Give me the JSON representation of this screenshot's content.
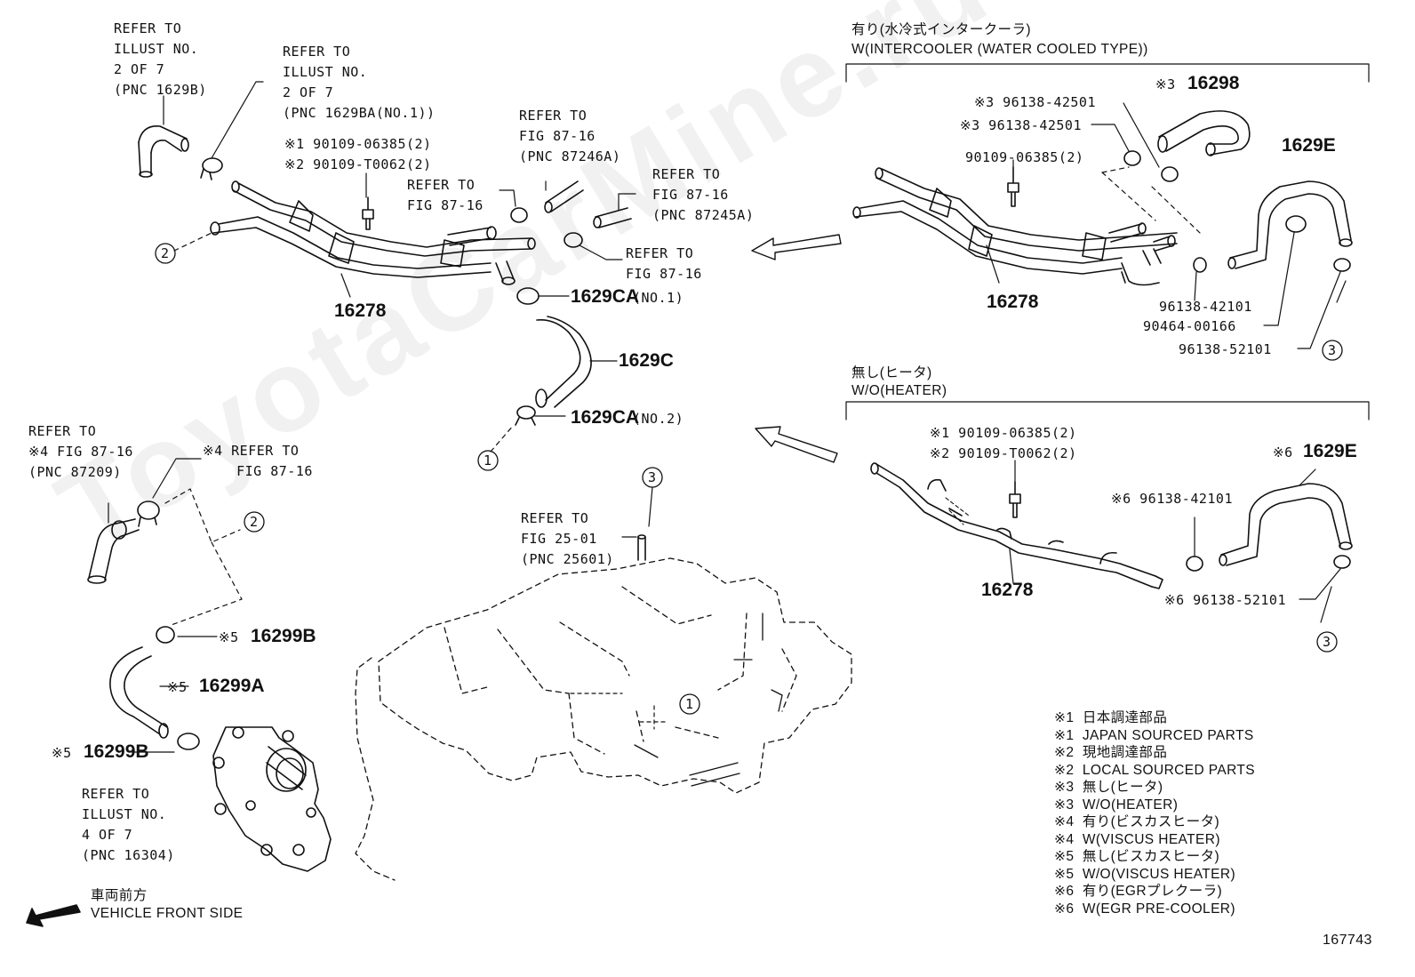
{
  "watermark": "ToyotaCarMine.ru",
  "figure_number": "167743",
  "labels": {
    "refer_illust_2_1629b": "REFER TO\nILLUST NO.\n2 OF 7\n(PNC 1629B)",
    "refer_illust_2_1629ba": "REFER TO\nILLUST NO.\n2 OF 7\n(PNC 1629BA(NO.1))",
    "bolt_left": "※1 90109-06385(2)\n※2 90109-T0062(2)",
    "refer_fig_87_16_a": "REFER TO\nFIG 87-16",
    "refer_fig_87_16_87246a": "REFER TO\nFIG 87-16\n(PNC 87246A)",
    "refer_fig_87_16_87245a": "REFER TO\nFIG 87-16\n(PNC 87245A)",
    "refer_fig_87_16_b": "REFER TO\nFIG 87-16",
    "p16278_main": "16278",
    "p1629ca_no1": "1629CA",
    "p1629ca_no1_suffix": "(NO.1)",
    "p1629c": "1629C",
    "p1629ca_no2": "1629CA",
    "p1629ca_no2_suffix": "(NO.2)",
    "refer_fig_87_16_87209": "REFER TO\n※4 FIG 87-16\n(PNC 87209)",
    "refer_fig_87_16_x4": "※4 REFER TO\n    FIG 87-16",
    "refer_fig_25_01": "REFER TO\nFIG 25-01\n(PNC 25601)",
    "p16299b_top_mark": "※5",
    "p16299b_top": "16299B",
    "p16299a_mark": "※5",
    "p16299a": "16299A",
    "p16299b_bot_mark": "※5",
    "p16299b_bot": "16299B",
    "refer_illust_4": "REFER TO\nILLUST NO.\n4 OF 7\n(PNC 16304)",
    "front_jp": "車両前方",
    "front_en": "VEHICLE FRONT SIDE",
    "section_ic_jp": "有り(水冷式インタークーラ)",
    "section_ic_en": "W(INTERCOOLER (WATER COOLED TYPE))",
    "ic_16298_mark": "※3",
    "ic_16298": "16298",
    "ic_clamp_a": "※3 96138-42501",
    "ic_clamp_b": "※3 96138-42501",
    "ic_bolt": "90109-06385(2)",
    "ic_1629e": "1629E",
    "ic_16278": "16278",
    "ic_96138_42101": "96138-42101",
    "ic_90464_00166": "90464-00166",
    "ic_96138_52101": "96138-52101",
    "section_noheat_jp": "無し(ヒータ)",
    "section_noheat_en": "W/O(HEATER)",
    "nh_bolt": "※1 90109-06385(2)\n※2 90109-T0062(2)",
    "nh_1629e_mark": "※6",
    "nh_1629e": "1629E",
    "nh_clamp_42101": "※6 96138-42101",
    "nh_clamp_52101": "※6 96138-52101",
    "nh_16278": "16278",
    "circle_1": "1",
    "circle_2": "2",
    "circle_3": "3"
  },
  "notes": [
    "※1  日本調達部品",
    "※1  JAPAN SOURCED PARTS",
    "※2  現地調達部品",
    "※2  LOCAL SOURCED PARTS",
    "※3  無し(ヒータ)",
    "※3  W/O(HEATER)",
    "※4  有り(ビスカスヒータ)",
    "※4  W(VISCUS HEATER)",
    "※5  無し(ビスカスヒータ)",
    "※5  W/O(VISCUS HEATER)",
    "※6  有り(EGRプレクーラ)",
    "※6  W(EGR PRE-COOLER)"
  ]
}
